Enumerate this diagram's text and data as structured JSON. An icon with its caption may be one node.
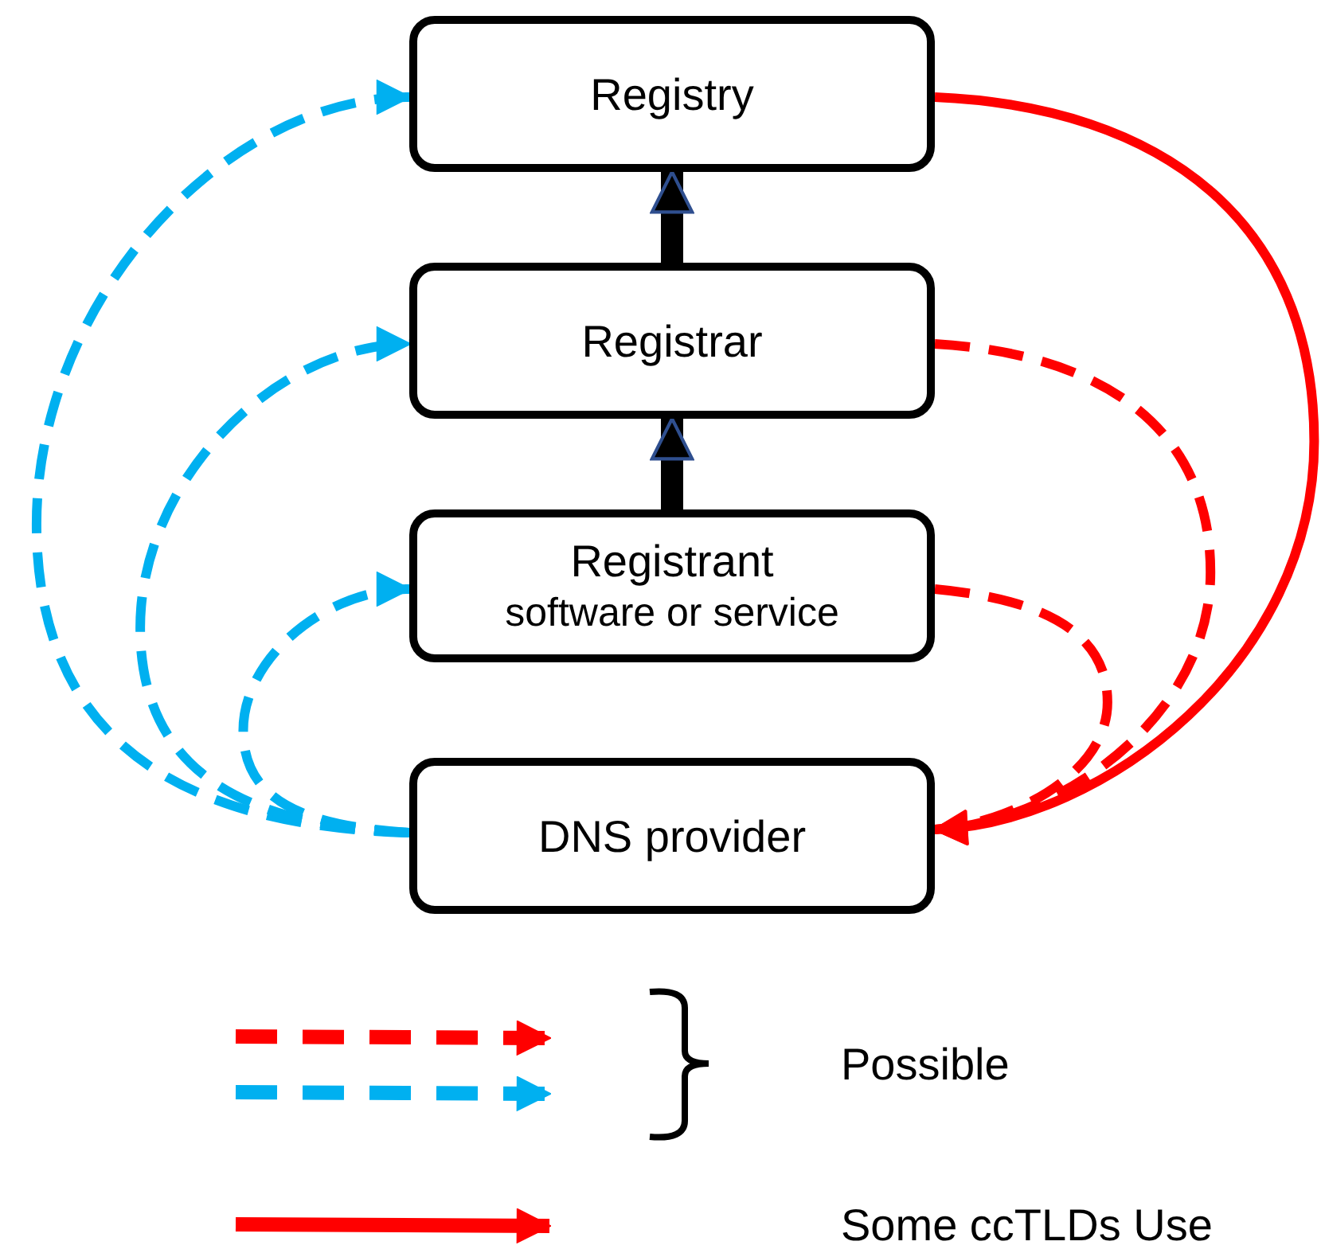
{
  "diagram": {
    "nodes": [
      {
        "text": [
          "Registry"
        ]
      },
      {
        "text": [
          "Registrar"
        ]
      },
      {
        "text": [
          "Registrant",
          "software or service"
        ]
      },
      {
        "text": [
          "DNS provider"
        ]
      }
    ],
    "edges": [
      {
        "from": 1,
        "to": 0,
        "arrow": "to",
        "style": "thick",
        "color": "#000000"
      },
      {
        "from": 2,
        "to": 1,
        "arrow": "to",
        "style": "thick",
        "color": "#000000"
      },
      {
        "from": 3,
        "to": 0,
        "arrow": "to",
        "style": "dashed",
        "color": "#00b0f0"
      },
      {
        "from": 3,
        "to": 1,
        "arrow": "to",
        "style": "dashed",
        "color": "#00b0f0"
      },
      {
        "from": 3,
        "to": 2,
        "arrow": "to",
        "style": "dashed",
        "color": "#00b0f0"
      },
      {
        "from": 0,
        "to": 3,
        "arrow": "to",
        "color": "#ff0000"
      },
      {
        "from": 1,
        "to": 3,
        "arrow": "to",
        "style": "dashed",
        "color": "#ff0000"
      },
      {
        "from": 2,
        "to": 3,
        "arrow": "to",
        "style": "dashed",
        "color": "#ff0000"
      }
    ],
    "legend": [
      {
        "text": "Possible"
      },
      {
        "text": "Some ccTLDs Use"
      }
    ]
  }
}
